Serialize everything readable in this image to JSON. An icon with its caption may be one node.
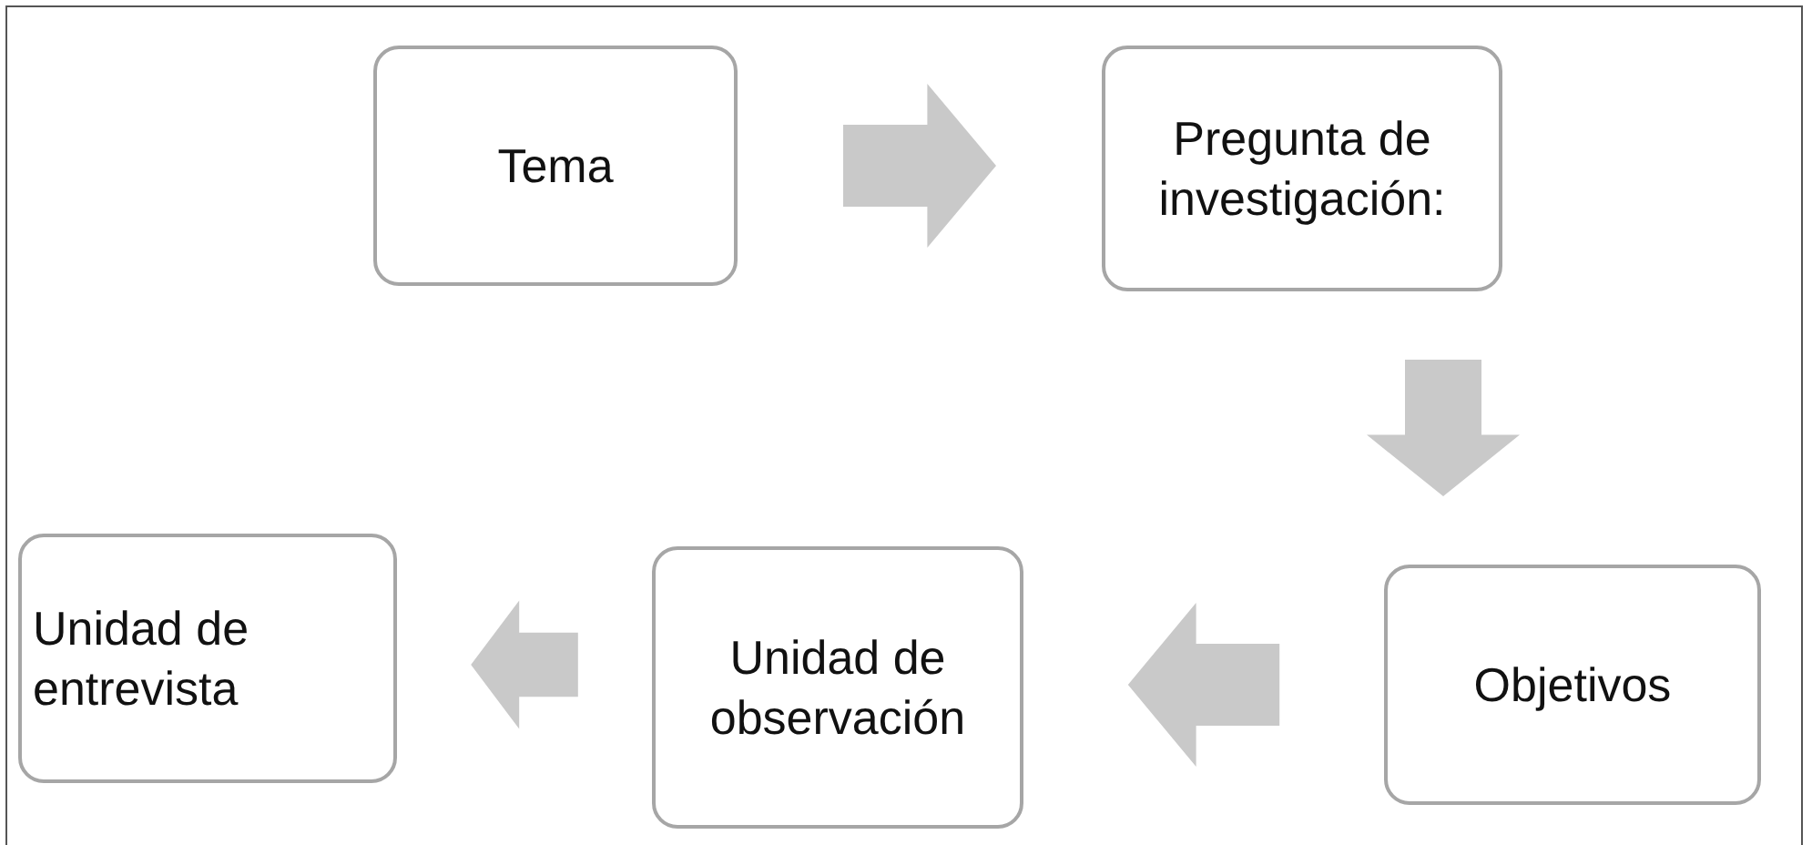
{
  "diagram": {
    "nodes": [
      {
        "text": [
          "Tema"
        ]
      },
      {
        "text": [
          "Pregunta de investigación:"
        ]
      },
      {
        "text": [
          "Objetivos"
        ]
      },
      {
        "text": [
          "Unidad de observación"
        ]
      },
      {
        "text": [
          "Unidad de entrevista"
        ]
      }
    ],
    "edges": [
      {
        "from": 0,
        "to": 1,
        "arrow": "to"
      },
      {
        "from": 1,
        "to": 2,
        "arrow": "to"
      },
      {
        "from": 2,
        "to": 3,
        "arrow": "to"
      },
      {
        "from": 3,
        "to": 4,
        "arrow": "to"
      }
    ]
  }
}
